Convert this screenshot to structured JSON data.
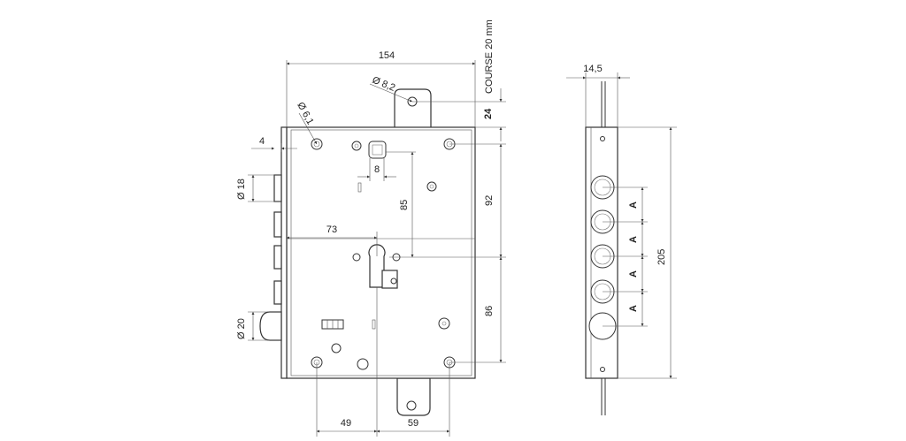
{
  "front_view": {
    "width_total": "154",
    "hole_d82": "Ø 8,2",
    "hole_d61": "Ø 6,1",
    "stroke": "COURSE 20 mm",
    "dim_24": "24",
    "dim_4": "4",
    "dim_8": "8",
    "dim_18": "Ø 18",
    "dim_85": "85",
    "dim_92": "92",
    "dim_73": "73",
    "dim_20": "Ø 20",
    "dim_86": "86",
    "dim_49": "49",
    "dim_59": "59"
  },
  "side_view": {
    "dim_145": "14,5",
    "dim_205": "205",
    "label_a1": "A",
    "label_a2": "A",
    "label_a3": "A",
    "label_a4": "A"
  }
}
